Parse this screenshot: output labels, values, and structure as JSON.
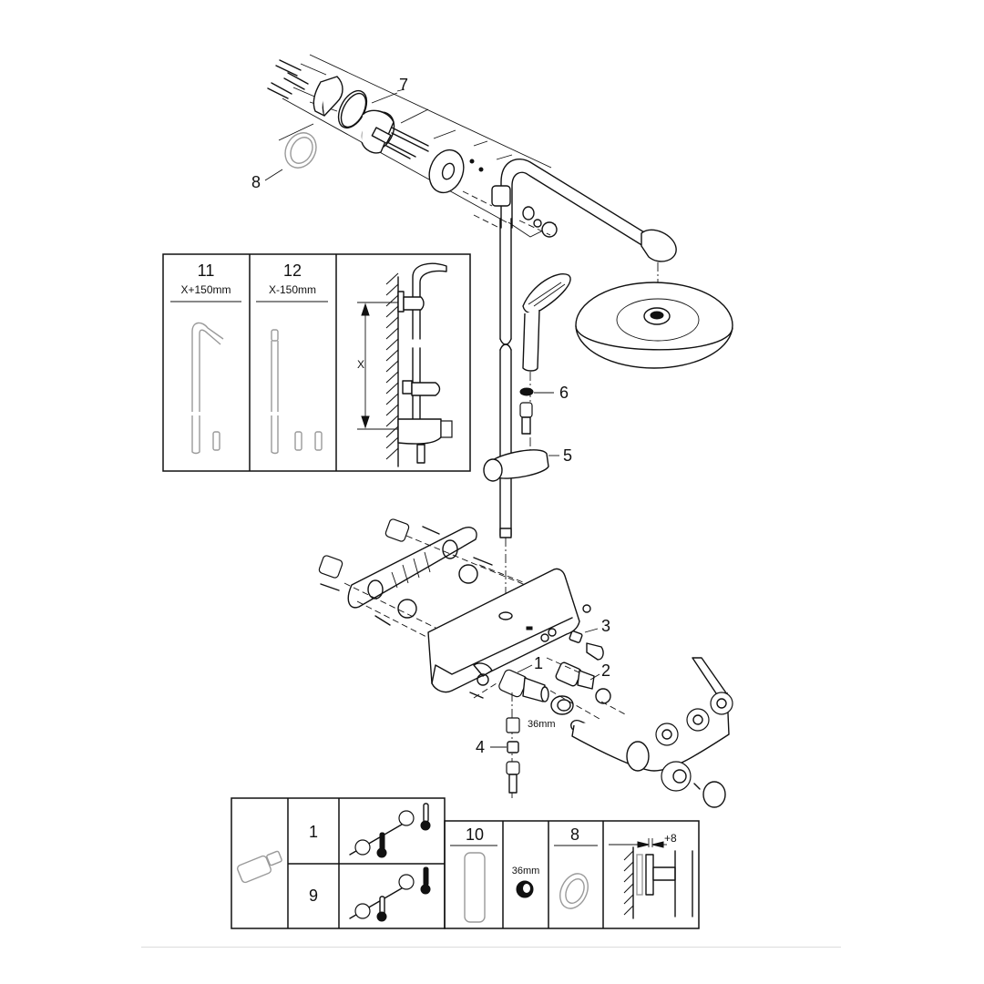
{
  "diagram": {
    "title": "Shower system exploded view",
    "callouts": [
      {
        "id": "7",
        "label": "7",
        "part": "wall-bracket-assembly"
      },
      {
        "id": "8",
        "label": "8",
        "part": "escutcheon-ring"
      },
      {
        "id": "6",
        "label": "6",
        "part": "hand-shower-washer"
      },
      {
        "id": "5",
        "label": "5",
        "part": "hand-shower-holder-slider"
      },
      {
        "id": "3",
        "label": "3",
        "part": "handle-screw-set"
      },
      {
        "id": "1",
        "label": "1",
        "part": "thermostatic-cartridge"
      },
      {
        "id": "2",
        "label": "2",
        "part": "diverter-cartridge"
      },
      {
        "id": "4",
        "label": "4",
        "part": "hose-connector"
      }
    ],
    "annotations": {
      "nut_size_main": "36mm"
    },
    "inset_length_table": {
      "columns": [
        {
          "number": "11",
          "dimension": "X+150mm"
        },
        {
          "number": "12",
          "dimension": "X-150mm"
        }
      ],
      "height_label": "X"
    },
    "accessories_table": {
      "reverse_connection": {
        "row_a_label": "1",
        "row_b_label": "9"
      },
      "tool": {
        "number": "10"
      },
      "nut": {
        "size": "36mm"
      },
      "ring": {
        "number": "8"
      },
      "offset": {
        "label": "+8"
      }
    }
  },
  "colors": {
    "line": "#111111",
    "ghost": "#9a9a9a",
    "background": "#ffffff",
    "footer_rule": "#dcdcdc"
  }
}
